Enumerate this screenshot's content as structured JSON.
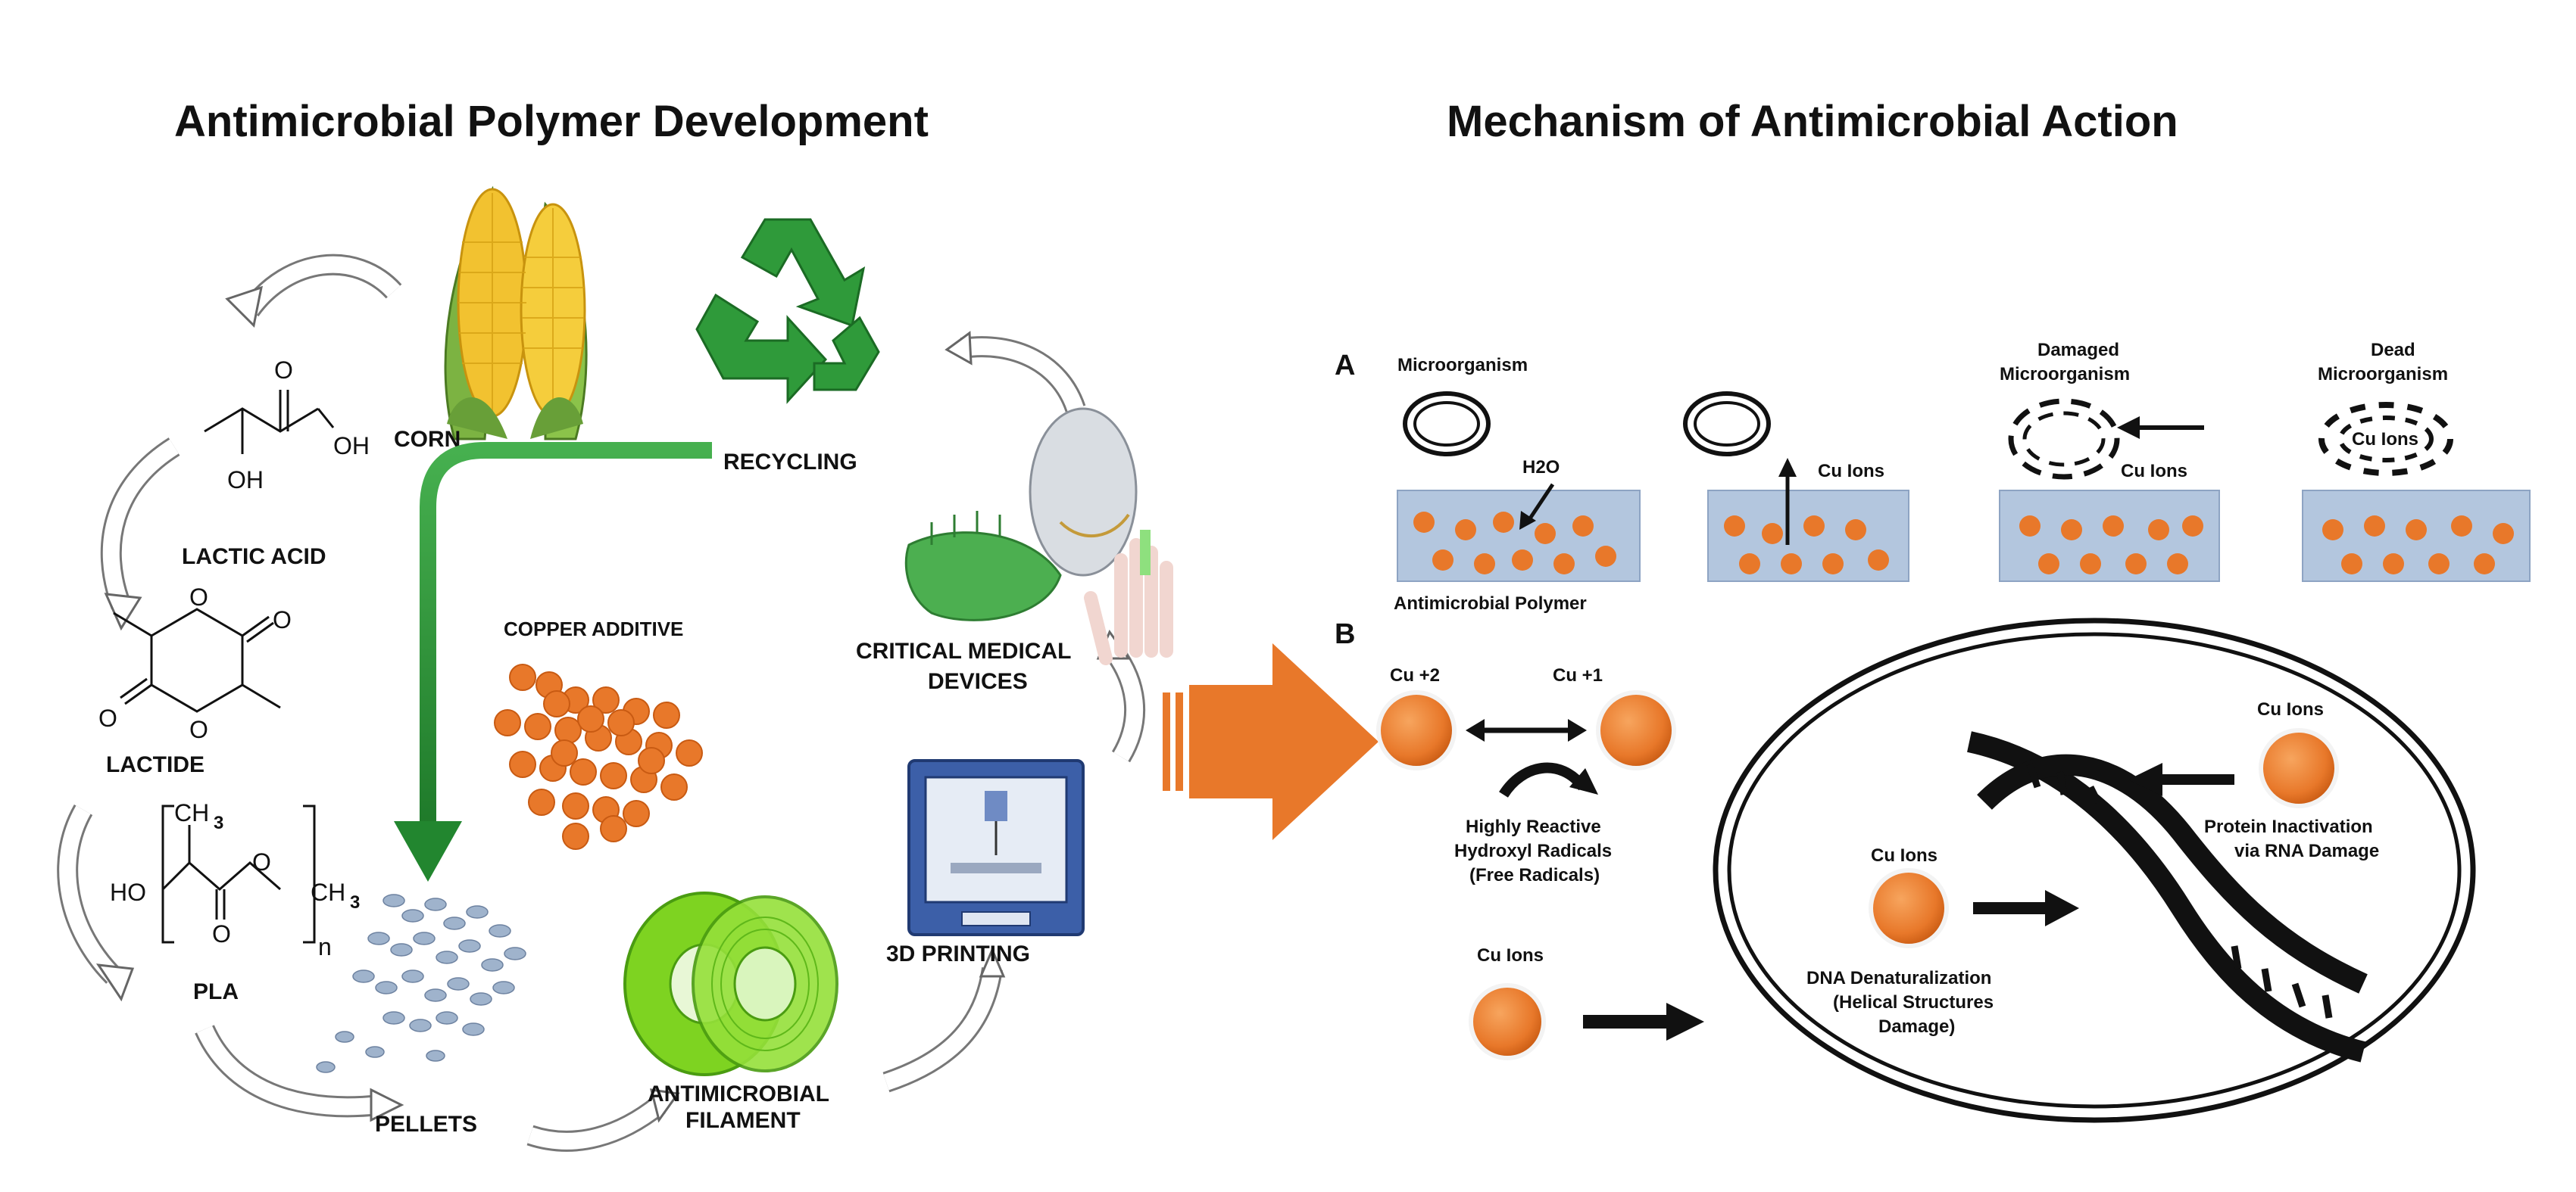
{
  "left": {
    "title": "Antimicrobial Polymer Development",
    "labels": {
      "corn": "CORN",
      "recycling": "RECYCLING",
      "lactic_acid": "LACTIC ACID",
      "lactide": "LACTIDE",
      "pla": "PLA",
      "copper_additive": "COPPER ADDITIVE",
      "critical_medical_1": "CRITICAL MEDICAL",
      "critical_medical_2": "DEVICES",
      "printing": "3D PRINTING",
      "filament_1": "ANTIMICROBIAL",
      "filament_2": "FILAMENT",
      "pellets": "PELLETS"
    },
    "chem": {
      "o": "O",
      "oh": "OH",
      "ho": "HO",
      "ch3": "CH",
      "sub3": "3",
      "n": "n"
    }
  },
  "right": {
    "title": "Mechanism of Antimicrobial Action",
    "panel_a": {
      "letter": "A",
      "microorganism": "Microorganism",
      "h2o": "H2O",
      "polymer": "Antimicrobial Polymer",
      "cu_ions_1": "Cu Ions",
      "damaged_1": "Damaged",
      "damaged_2": "Microorganism",
      "cu_ions_2": "Cu Ions",
      "dead_1": "Dead",
      "dead_2": "Microorganism",
      "cu_ions_3": "Cu Ions"
    },
    "panel_b": {
      "letter": "B",
      "cu2": "Cu +2",
      "cu1": "Cu +1",
      "radicals_1": "Highly Reactive",
      "radicals_2": "Hydroxyl Radicals",
      "radicals_3": "(Free Radicals)",
      "cu_ions_left": "Cu Ions",
      "cu_ions_inner": "Cu Ions",
      "cu_ions_top": "Cu Ions",
      "protein_1": "Protein Inactivation",
      "protein_2": "via RNA Damage",
      "dna_1": "DNA Denaturalization",
      "dna_2": "(Helical Structures",
      "dna_3": "Damage)"
    }
  },
  "colors": {
    "copper": "#e8782a",
    "copper_dark": "#c85a12",
    "polymer": "#b3c6de",
    "green": "#2f9a3a",
    "corn_kernel": "#f2c230",
    "corn_husk": "#7cb342",
    "filament": "#7ed321",
    "big_arrow": "#e8782a"
  }
}
